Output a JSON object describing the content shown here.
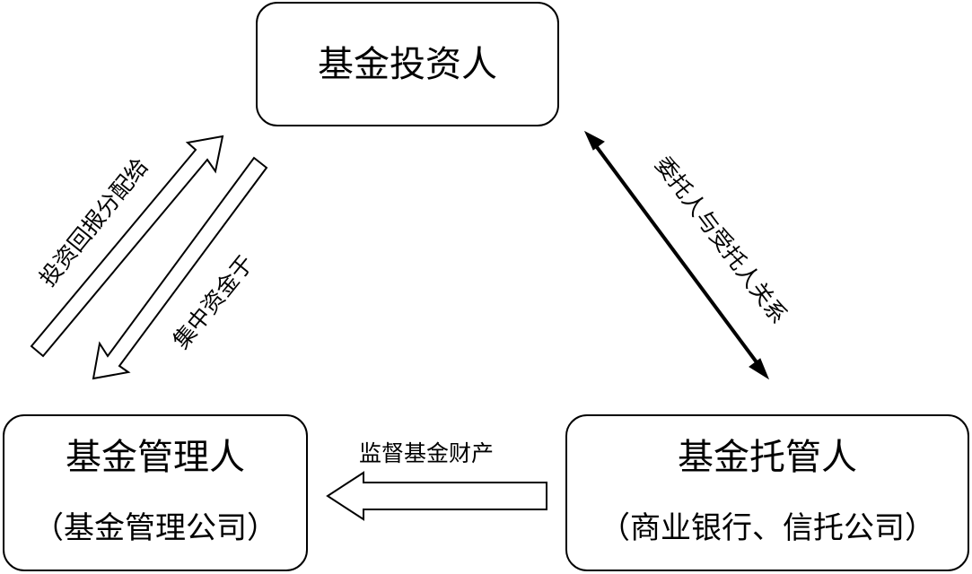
{
  "nodes": {
    "investor": {
      "title": "基金投资人"
    },
    "manager": {
      "title": "基金管理人",
      "subtitle": "（基金管理公司）"
    },
    "custodian": {
      "title": "基金托管人",
      "subtitle": "（商业银行、信托公司）"
    }
  },
  "edges": {
    "return_distribution": "投资回报分配给",
    "pooled_funds": "集中资金于",
    "trust_relation": "委托人与受托人关系",
    "supervise_assets": "监督基金财产"
  }
}
